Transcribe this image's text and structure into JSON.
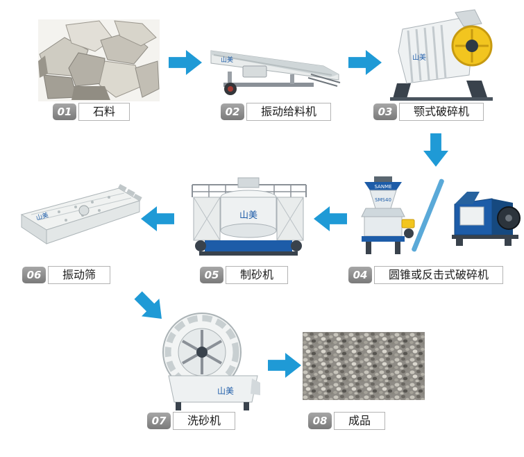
{
  "page": {
    "background": "#ffffff"
  },
  "brand": {
    "zh": "山美",
    "en": "SANME",
    "model": "SMS40"
  },
  "colors": {
    "arrow_blue": "#1f9ad6",
    "slash_blue": "#5aa9d8",
    "machine_blue": "#1d5ca8",
    "flywheel_yellow": "#f2c51f",
    "badge_gray": "#8c8c8c",
    "label_border": "#b3b3b3"
  },
  "steps": [
    {
      "num": "01",
      "label": "石料"
    },
    {
      "num": "02",
      "label": "振动给料机"
    },
    {
      "num": "03",
      "label": "颚式破碎机"
    },
    {
      "num": "04",
      "label": "圆锥或反击式破碎机"
    },
    {
      "num": "05",
      "label": "制砂机"
    },
    {
      "num": "06",
      "label": "振动筛"
    },
    {
      "num": "07",
      "label": "洗砂机"
    },
    {
      "num": "08",
      "label": "成品"
    }
  ]
}
